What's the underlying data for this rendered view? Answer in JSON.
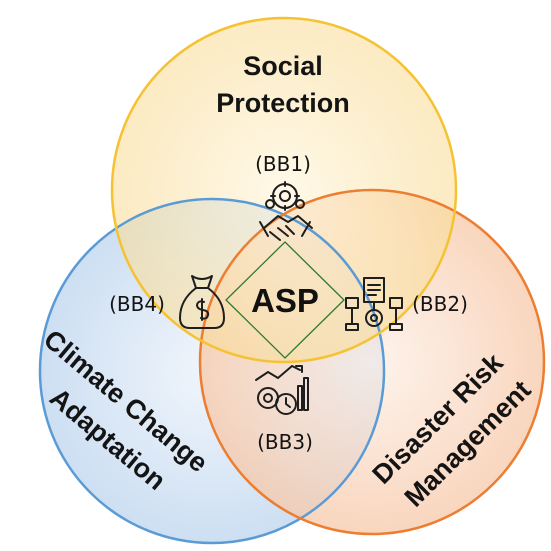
{
  "circles": {
    "social_protection": {
      "title_line1": "Social",
      "title_line2": "Protection",
      "label": "(BB1)",
      "color": "#f5c232"
    },
    "disaster_risk": {
      "title_line1": "Disaster Risk",
      "title_line2": "Management",
      "label": "(BB2)",
      "color": "#ed7d31"
    },
    "climate_change": {
      "title_line1": "Climate Change",
      "title_line2": "Adaptation",
      "label": "(BB4)",
      "color": "#5b9bd5"
    },
    "center_label": "(BB3)"
  },
  "center": {
    "text": "ASP"
  },
  "icons": {
    "bb1": "handshake-gear-icon",
    "bb2": "process-flow-icon",
    "bb3": "chart-gear-clock-icon",
    "bb4": "money-bag-icon"
  }
}
